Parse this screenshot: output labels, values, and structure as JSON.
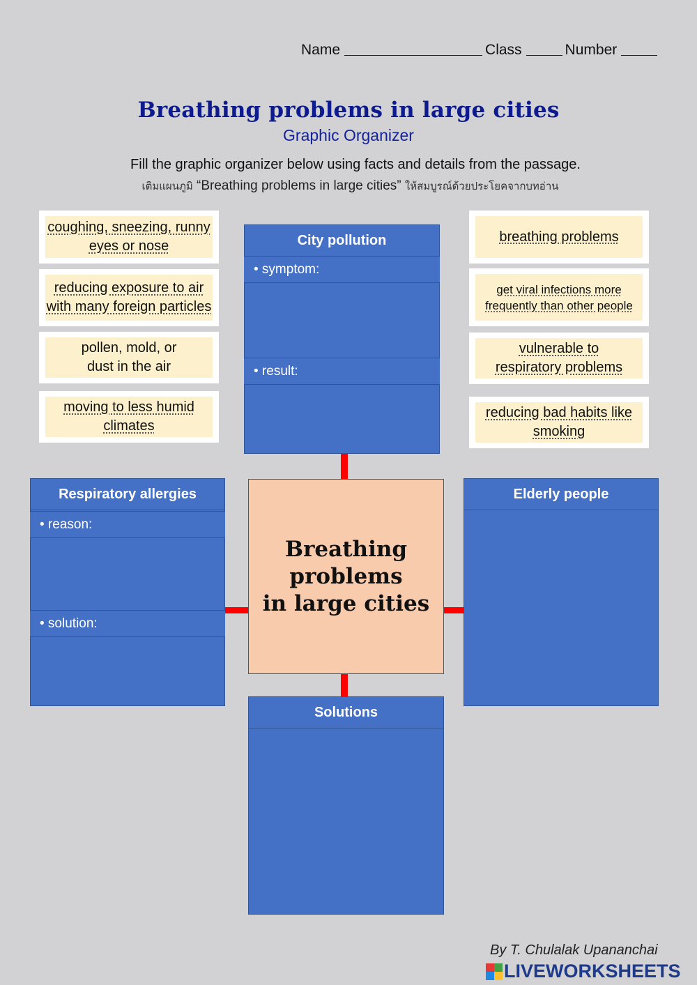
{
  "header": {
    "name_label": "Name",
    "class_label": "Class",
    "number_label": "Number"
  },
  "title": "Breathing problems in large cities",
  "subtitle": "Graphic Organizer",
  "instructions": "Fill the graphic organizer below using facts and details from the passage.",
  "instructions_th": {
    "prefix": "เติมแผนภูมิ",
    "quoted": "“Breathing problems in large cities”",
    "suffix": "ให้สมบูรณ์ด้วยประโยคจากบทอ่าน"
  },
  "word_bank_left": [
    {
      "text": "coughing, sneezing, runny eyes or nose"
    },
    {
      "text": "reducing exposure to air with many foreign particles"
    },
    {
      "text": "pollen, mold, or dust in the air"
    },
    {
      "text": "moving to less humid climates"
    }
  ],
  "word_bank_right": [
    {
      "text": "breathing problems"
    },
    {
      "text": "get viral infections more frequently than other people"
    },
    {
      "text": "vulnerable to respiratory problems"
    },
    {
      "text": "reducing bad habits like smoking"
    }
  ],
  "boxes": {
    "city_pollution": {
      "title": "City pollution",
      "symptom_label": "• symptom:",
      "result_label": "• result:"
    },
    "respiratory_allergies": {
      "title": "Respiratory allergies",
      "reason_label": "• reason:",
      "solution_label": "• solution:"
    },
    "elderly_people": {
      "title": "Elderly people"
    },
    "solutions": {
      "title": "Solutions"
    }
  },
  "center": {
    "line1": "Breathing",
    "line2": "problems",
    "line3": "in large cities"
  },
  "footer": {
    "author": "By T. Chulalak Upananchai",
    "logo_text": "LIVEWORKSHEETS"
  },
  "colors": {
    "page_bg": "#d2d1d3",
    "title": "#0d1b8e",
    "box_blue": "#4471c6",
    "card_fill": "#fdf1cd",
    "center_fill": "#f8cbad",
    "connector": "#ff0000"
  }
}
